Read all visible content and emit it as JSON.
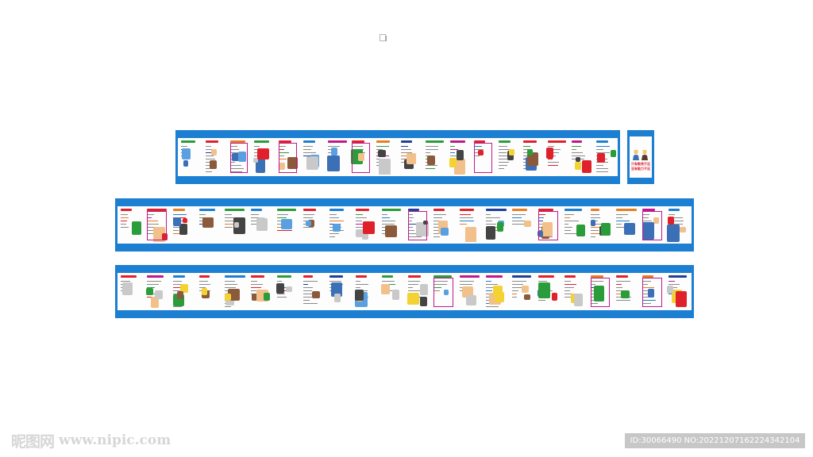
{
  "watermark": {
    "logo": "昵图网",
    "url": "www.nipic.com"
  },
  "id_bar": {
    "text": "ID:30066490 NO:20221207162224342104"
  },
  "side_panel": {
    "caption_line1": "只有敬畏不足",
    "caption_line2": "没有能力不足"
  },
  "colors": {
    "panel_blue": "#1c7fd1",
    "accent_red": "#e0202a",
    "accent_magenta": "#c0188c"
  }
}
